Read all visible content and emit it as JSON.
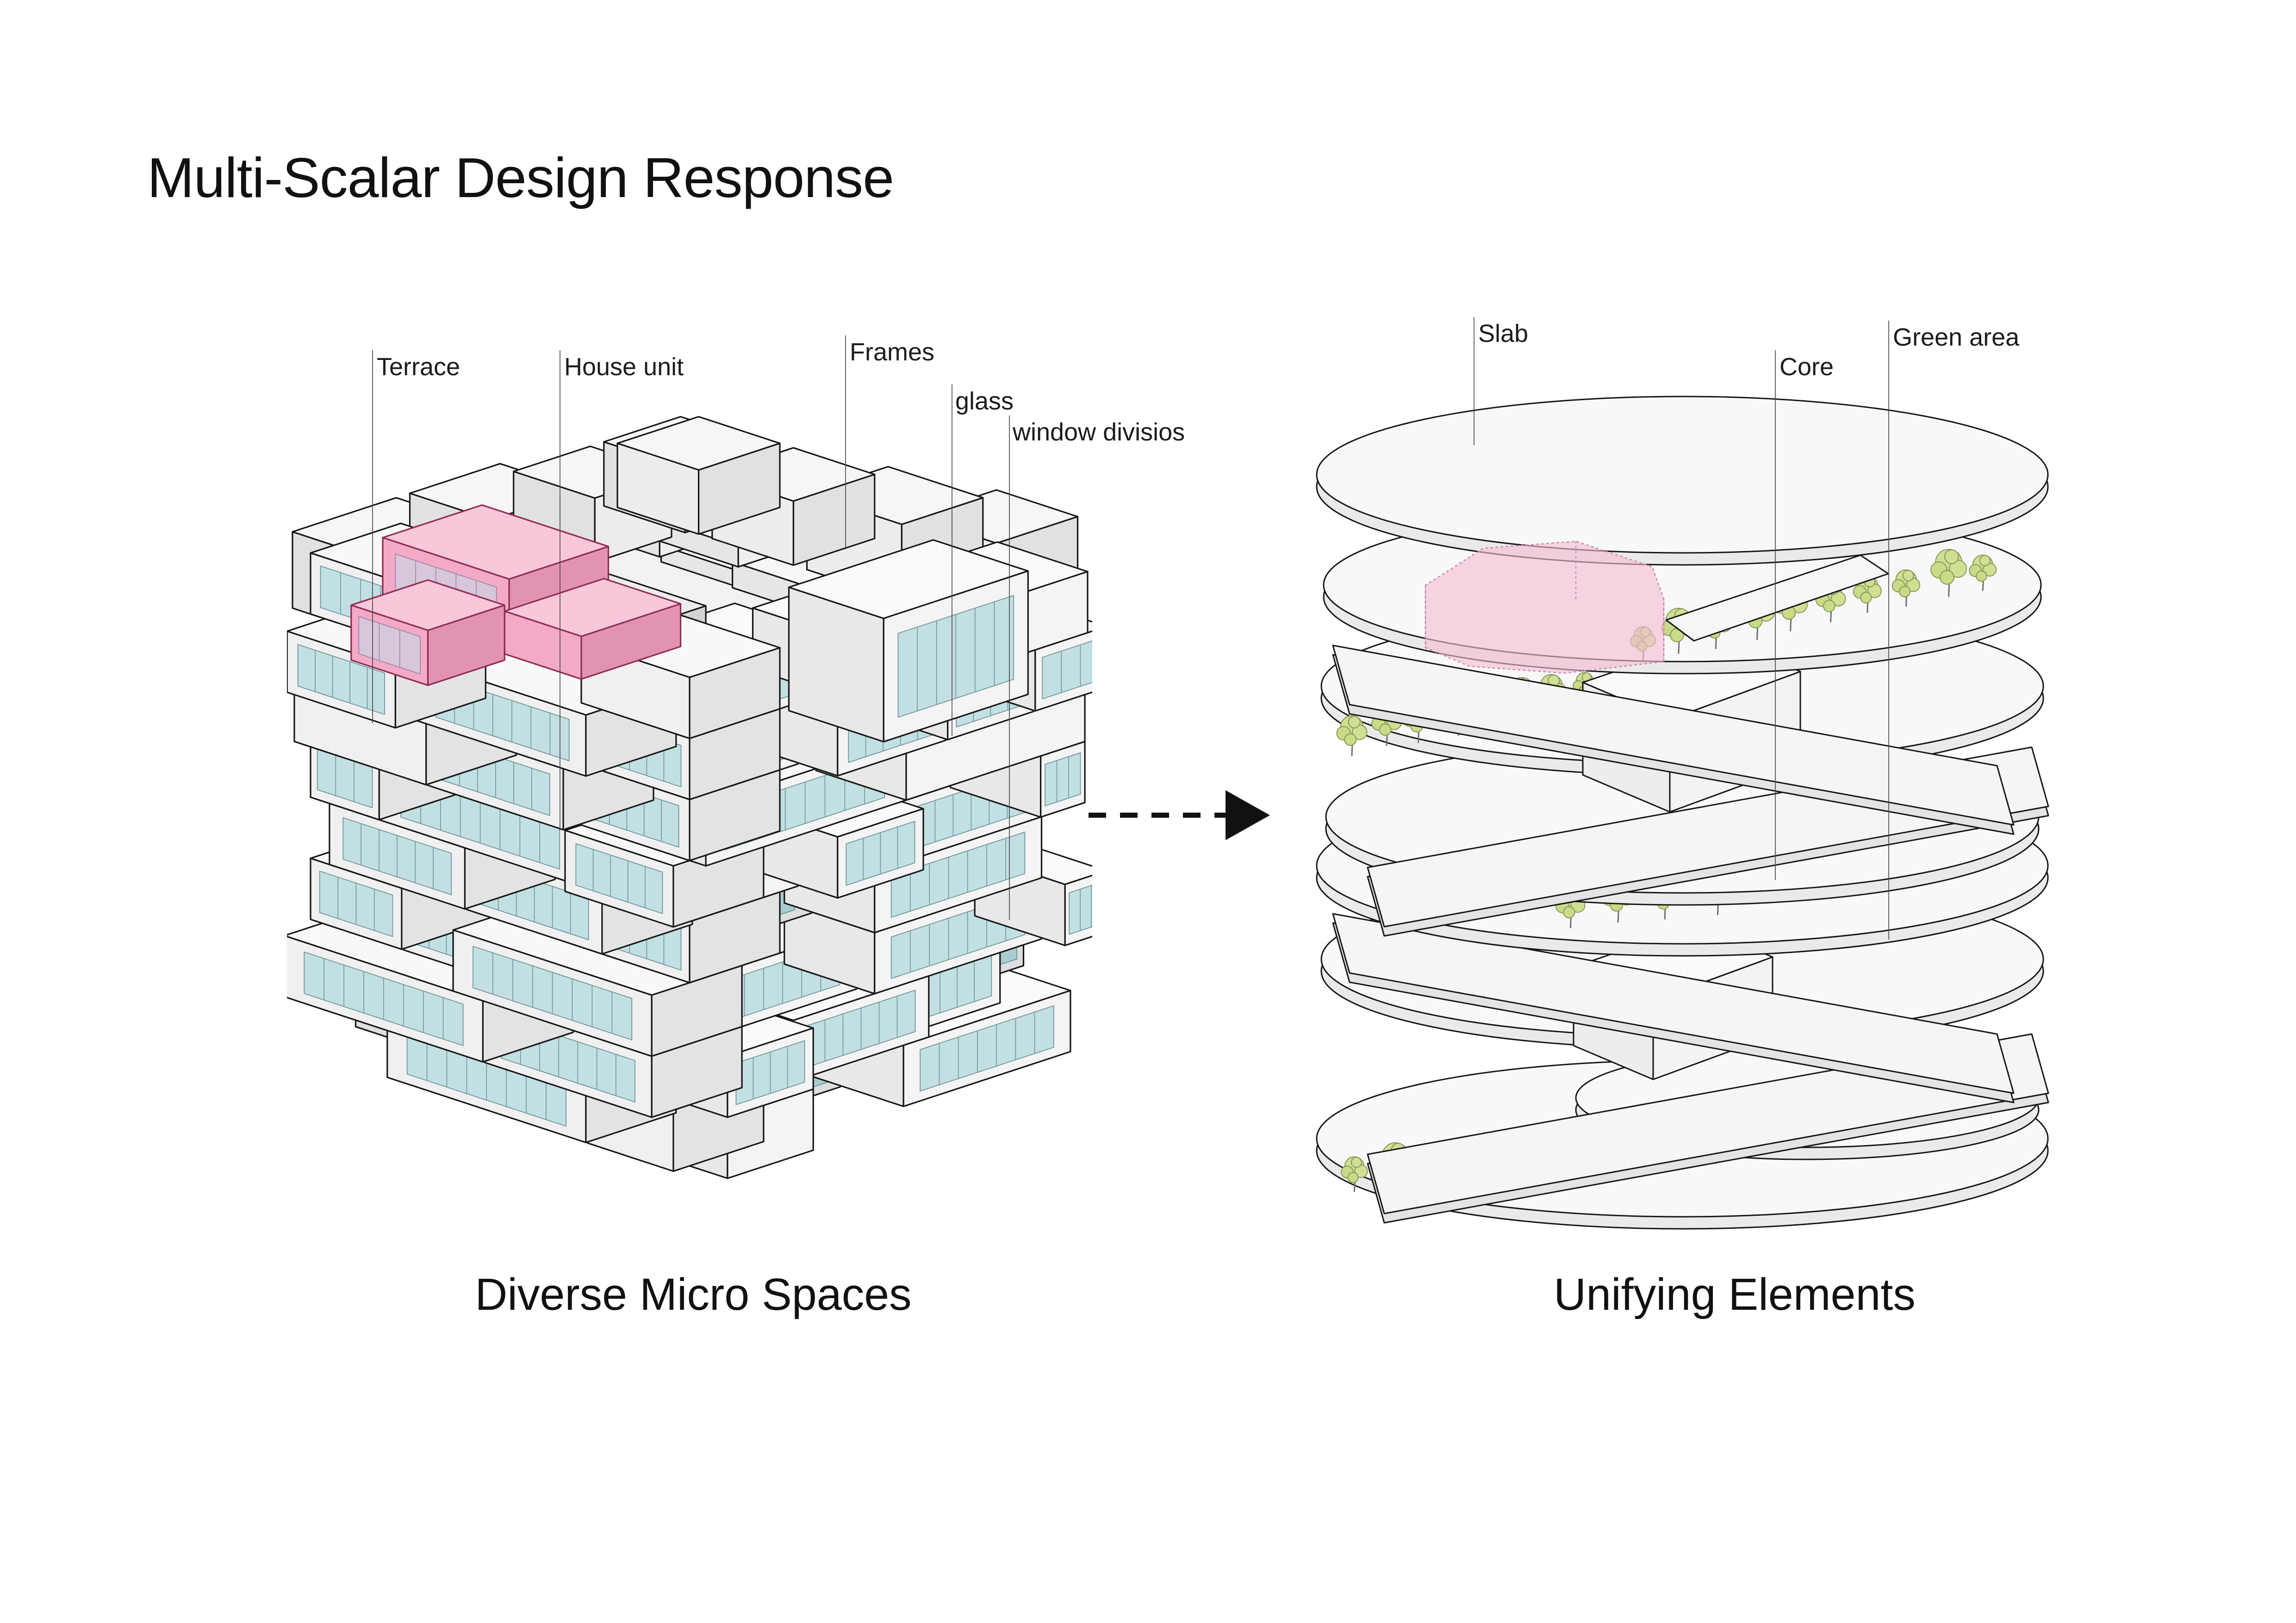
{
  "title": "Multi-Scalar Design Response",
  "left_diagram": {
    "caption": "Diverse Micro Spaces",
    "labels": [
      {
        "id": "terrace",
        "text": "Terrace"
      },
      {
        "id": "house-unit",
        "text": "House unit"
      },
      {
        "id": "frames",
        "text": "Frames"
      },
      {
        "id": "glass",
        "text": "glass"
      },
      {
        "id": "window-divisions",
        "text": "window divisios"
      }
    ]
  },
  "right_diagram": {
    "caption": "Unifying Elements",
    "labels": [
      {
        "id": "slab",
        "text": "Slab"
      },
      {
        "id": "core",
        "text": "Core"
      },
      {
        "id": "green-area",
        "text": "Green area"
      }
    ]
  },
  "arrow": {
    "direction": "right"
  },
  "colors": {
    "background": "#ffffff",
    "outline": "#161616",
    "glass": "#c2dfe3",
    "glass_mullion": "#6e949a",
    "highlight_pink": "#f3aac7",
    "highlight_pink_dark": "#8e2c52",
    "highlight_pink_glass": "#d7c7da",
    "ghost_pink": "#f3bdd4",
    "ghost_pink_edge": "#cf7fa8",
    "tree_fill": "#cfe093",
    "tree_stroke": "#87965a",
    "plate_top": "#f8f8f8",
    "plate_side": "#eaeaea",
    "leader_line": "#4a4a4a"
  }
}
